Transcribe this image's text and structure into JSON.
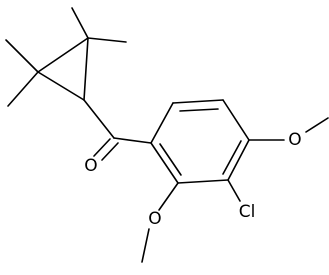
{
  "molecule": {
    "atoms": {
      "carbonyl_oxygen": "O",
      "methoxy_oxygen_top": "O",
      "methoxy_oxygen_bottom": "O",
      "chlorine": "Cl"
    }
  }
}
